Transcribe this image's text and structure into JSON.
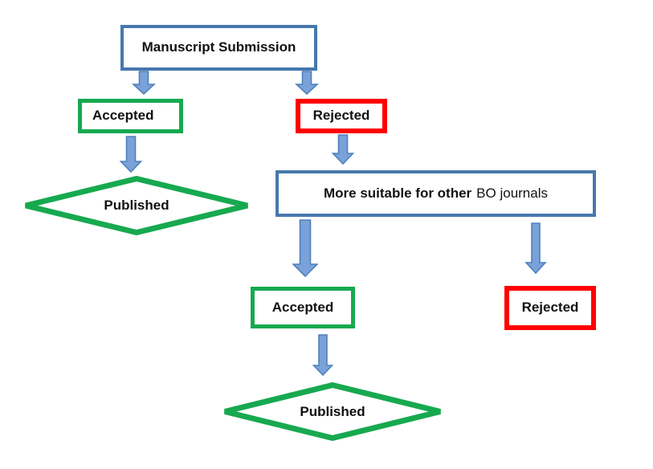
{
  "diagram": {
    "nodes": {
      "manuscript_submission": {
        "label": "Manuscript Submission",
        "shape": "rectangle",
        "border_color": "#4678ad"
      },
      "accepted_top": {
        "label": "Accepted",
        "shape": "rectangle",
        "border_color": "#17a950"
      },
      "rejected_top": {
        "label": "Rejected",
        "shape": "rectangle",
        "border_color": "#fe0000"
      },
      "published_left": {
        "label": "Published",
        "shape": "diamond",
        "border_color": "#17a950"
      },
      "more_suitable": {
        "label_bold": "More suitable for other",
        "label_regular": "BO journals",
        "shape": "rectangle",
        "border_color": "#4678ad"
      },
      "accepted_bottom": {
        "label": "Accepted",
        "shape": "rectangle",
        "border_color": "#17a950"
      },
      "rejected_bottom": {
        "label": "Rejected",
        "shape": "rectangle",
        "border_color": "#fe0000"
      },
      "published_bottom": {
        "label": "Published",
        "shape": "diamond",
        "border_color": "#17a950"
      }
    },
    "connections": [
      {
        "from": "manuscript_submission",
        "to": "accepted_top"
      },
      {
        "from": "manuscript_submission",
        "to": "rejected_top"
      },
      {
        "from": "accepted_top",
        "to": "published_left"
      },
      {
        "from": "rejected_top",
        "to": "more_suitable"
      },
      {
        "from": "more_suitable",
        "to": "accepted_bottom"
      },
      {
        "from": "more_suitable",
        "to": "rejected_bottom"
      },
      {
        "from": "accepted_bottom",
        "to": "published_bottom"
      }
    ],
    "colors": {
      "blue_border": "#4678ad",
      "green_border": "#17a950",
      "red_border": "#fe0000",
      "arrow_fill": "#7aa2d8",
      "arrow_stroke": "#4f80bb",
      "text": "#111111",
      "background": "#ffffff"
    }
  }
}
